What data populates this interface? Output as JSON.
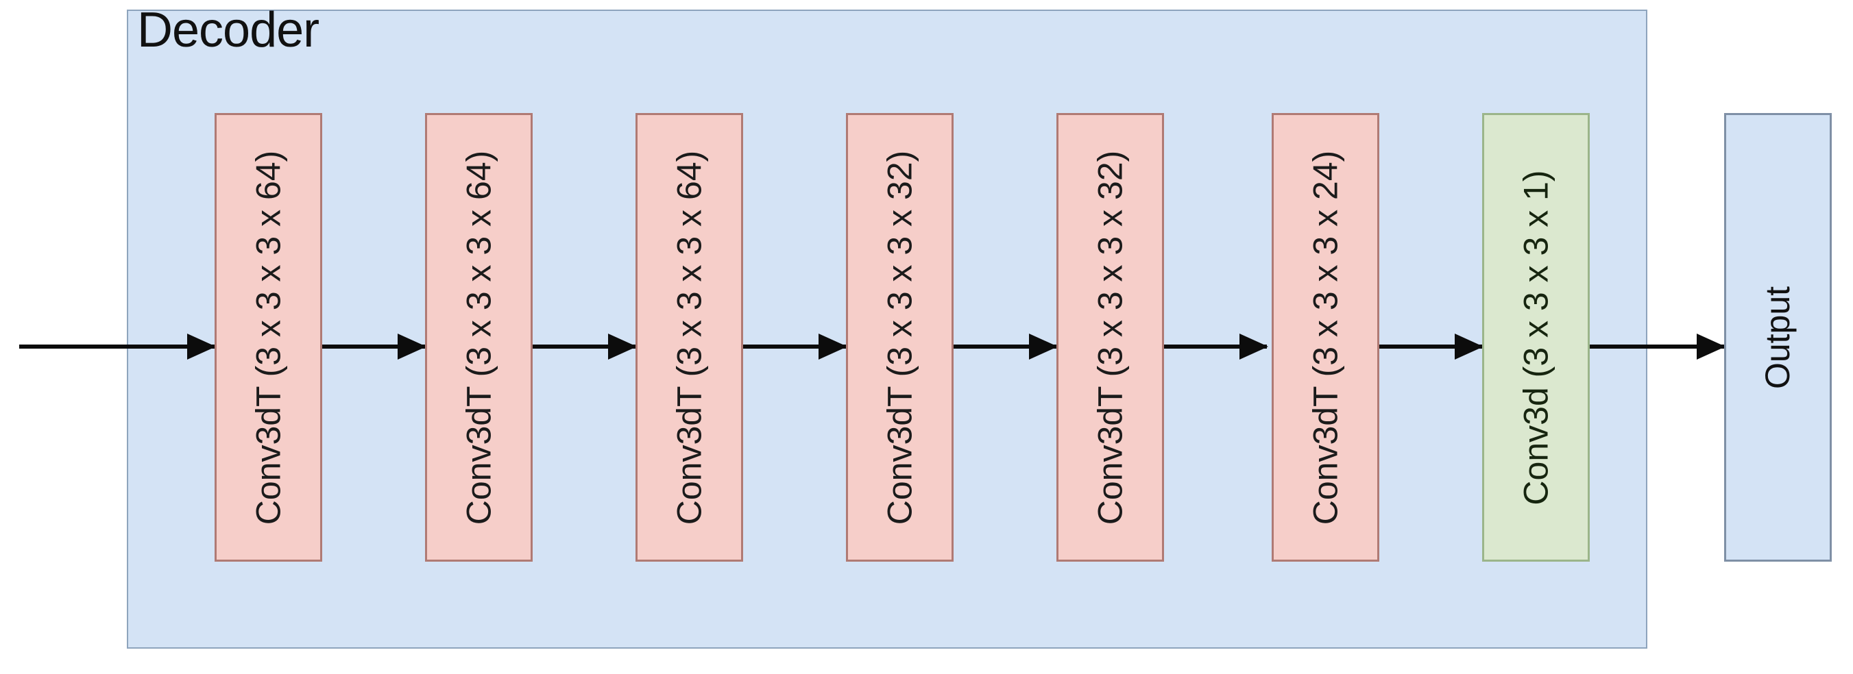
{
  "diagram": {
    "title": "Decoder",
    "container_color": "#d4e3f5",
    "conv_block_color": "#f6cec9",
    "final_block_color": "#dbe8cf",
    "output_box_color": "#d4e3f5",
    "arrow_color": "#0c0c0c",
    "layers": [
      {
        "id": "layer-1",
        "label": "Conv3dT (3 x 3 x 3 x 64)",
        "type": "Conv3dT",
        "kernel": "3 x 3 x 3",
        "filters": 64,
        "color": "#f6cec9"
      },
      {
        "id": "layer-2",
        "label": "Conv3dT (3 x 3 x 3 x 64)",
        "type": "Conv3dT",
        "kernel": "3 x 3 x 3",
        "filters": 64,
        "color": "#f6cec9"
      },
      {
        "id": "layer-3",
        "label": "Conv3dT (3 x 3 x 3 x 64)",
        "type": "Conv3dT",
        "kernel": "3 x 3 x 3",
        "filters": 64,
        "color": "#f6cec9"
      },
      {
        "id": "layer-4",
        "label": "Conv3dT (3 x 3 x 3 x 32)",
        "type": "Conv3dT",
        "kernel": "3 x 3 x 3",
        "filters": 32,
        "color": "#f6cec9"
      },
      {
        "id": "layer-5",
        "label": "Conv3dT (3 x 3 x 3 x 32)",
        "type": "Conv3dT",
        "kernel": "3 x 3 x 3",
        "filters": 32,
        "color": "#f6cec9"
      },
      {
        "id": "layer-6",
        "label": "Conv3dT (3 x 3 x 3 x 24)",
        "type": "Conv3dT",
        "kernel": "3 x 3 x 3",
        "filters": 24,
        "color": "#f6cec9"
      },
      {
        "id": "layer-7",
        "label": "Conv3d  (3 x 3 x 3 x 1)",
        "type": "Conv3d",
        "kernel": "3 x 3 x 3",
        "filters": 1,
        "color": "#dbe8cf"
      }
    ],
    "output": {
      "label": "Output"
    },
    "arrows": [
      {
        "id": "arrow-input",
        "from": "input",
        "to": "layer-1"
      },
      {
        "id": "arrow-1-2",
        "from": "layer-1",
        "to": "layer-2"
      },
      {
        "id": "arrow-2-3",
        "from": "layer-2",
        "to": "layer-3"
      },
      {
        "id": "arrow-3-4",
        "from": "layer-3",
        "to": "layer-4"
      },
      {
        "id": "arrow-4-5",
        "from": "layer-4",
        "to": "layer-5"
      },
      {
        "id": "arrow-5-6",
        "from": "layer-5",
        "to": "layer-6"
      },
      {
        "id": "arrow-6-7",
        "from": "layer-6",
        "to": "layer-7"
      },
      {
        "id": "arrow-7-output",
        "from": "layer-7",
        "to": "output"
      }
    ]
  }
}
